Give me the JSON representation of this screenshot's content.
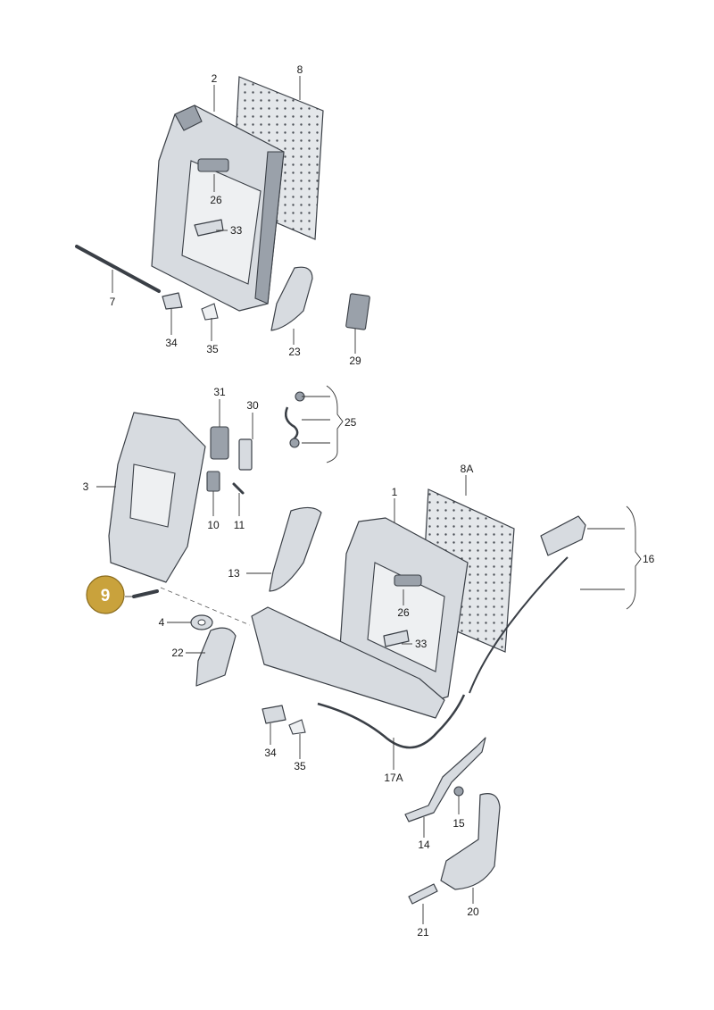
{
  "highlight": {
    "label": "9",
    "color": "#c9a23c"
  },
  "callouts": {
    "c1": "1",
    "c2": "2",
    "c3": "3",
    "c4": "4",
    "c7": "7",
    "c8": "8",
    "c8a": "8A",
    "c10": "10",
    "c11": "11",
    "c13": "13",
    "c14": "14",
    "c15": "15",
    "c16": "16",
    "c17a": "17A",
    "c20": "20",
    "c21": "21",
    "c22": "22",
    "c23": "23",
    "c25": "25",
    "c26_top": "26",
    "c26_bottom": "26",
    "c29": "29",
    "c30": "30",
    "c31": "31",
    "c33_top": "33",
    "c33_bottom": "33",
    "c34_top": "34",
    "c34_bottom": "34",
    "c35_top": "35",
    "c35_bottom": "35"
  }
}
